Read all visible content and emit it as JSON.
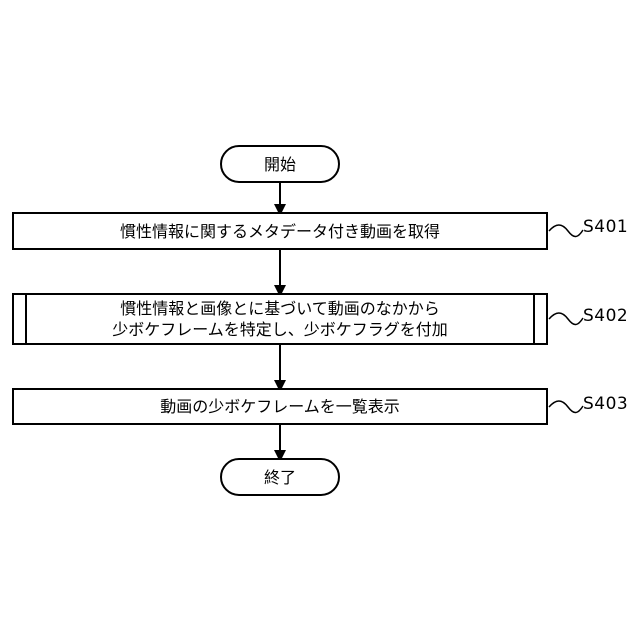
{
  "start": "開始",
  "steps": [
    {
      "id": "S401",
      "lines": [
        "慣性情報に関するメタデータ付き動画を取得"
      ]
    },
    {
      "id": "S402",
      "lines": [
        "慣性情報と画像とに基づいて動画のなかから",
        "少ボケフレームを特定し、少ボケフラグを付加"
      ]
    },
    {
      "id": "S403",
      "lines": [
        "動画の少ボケフレームを一覧表示"
      ]
    }
  ],
  "end": "終了"
}
